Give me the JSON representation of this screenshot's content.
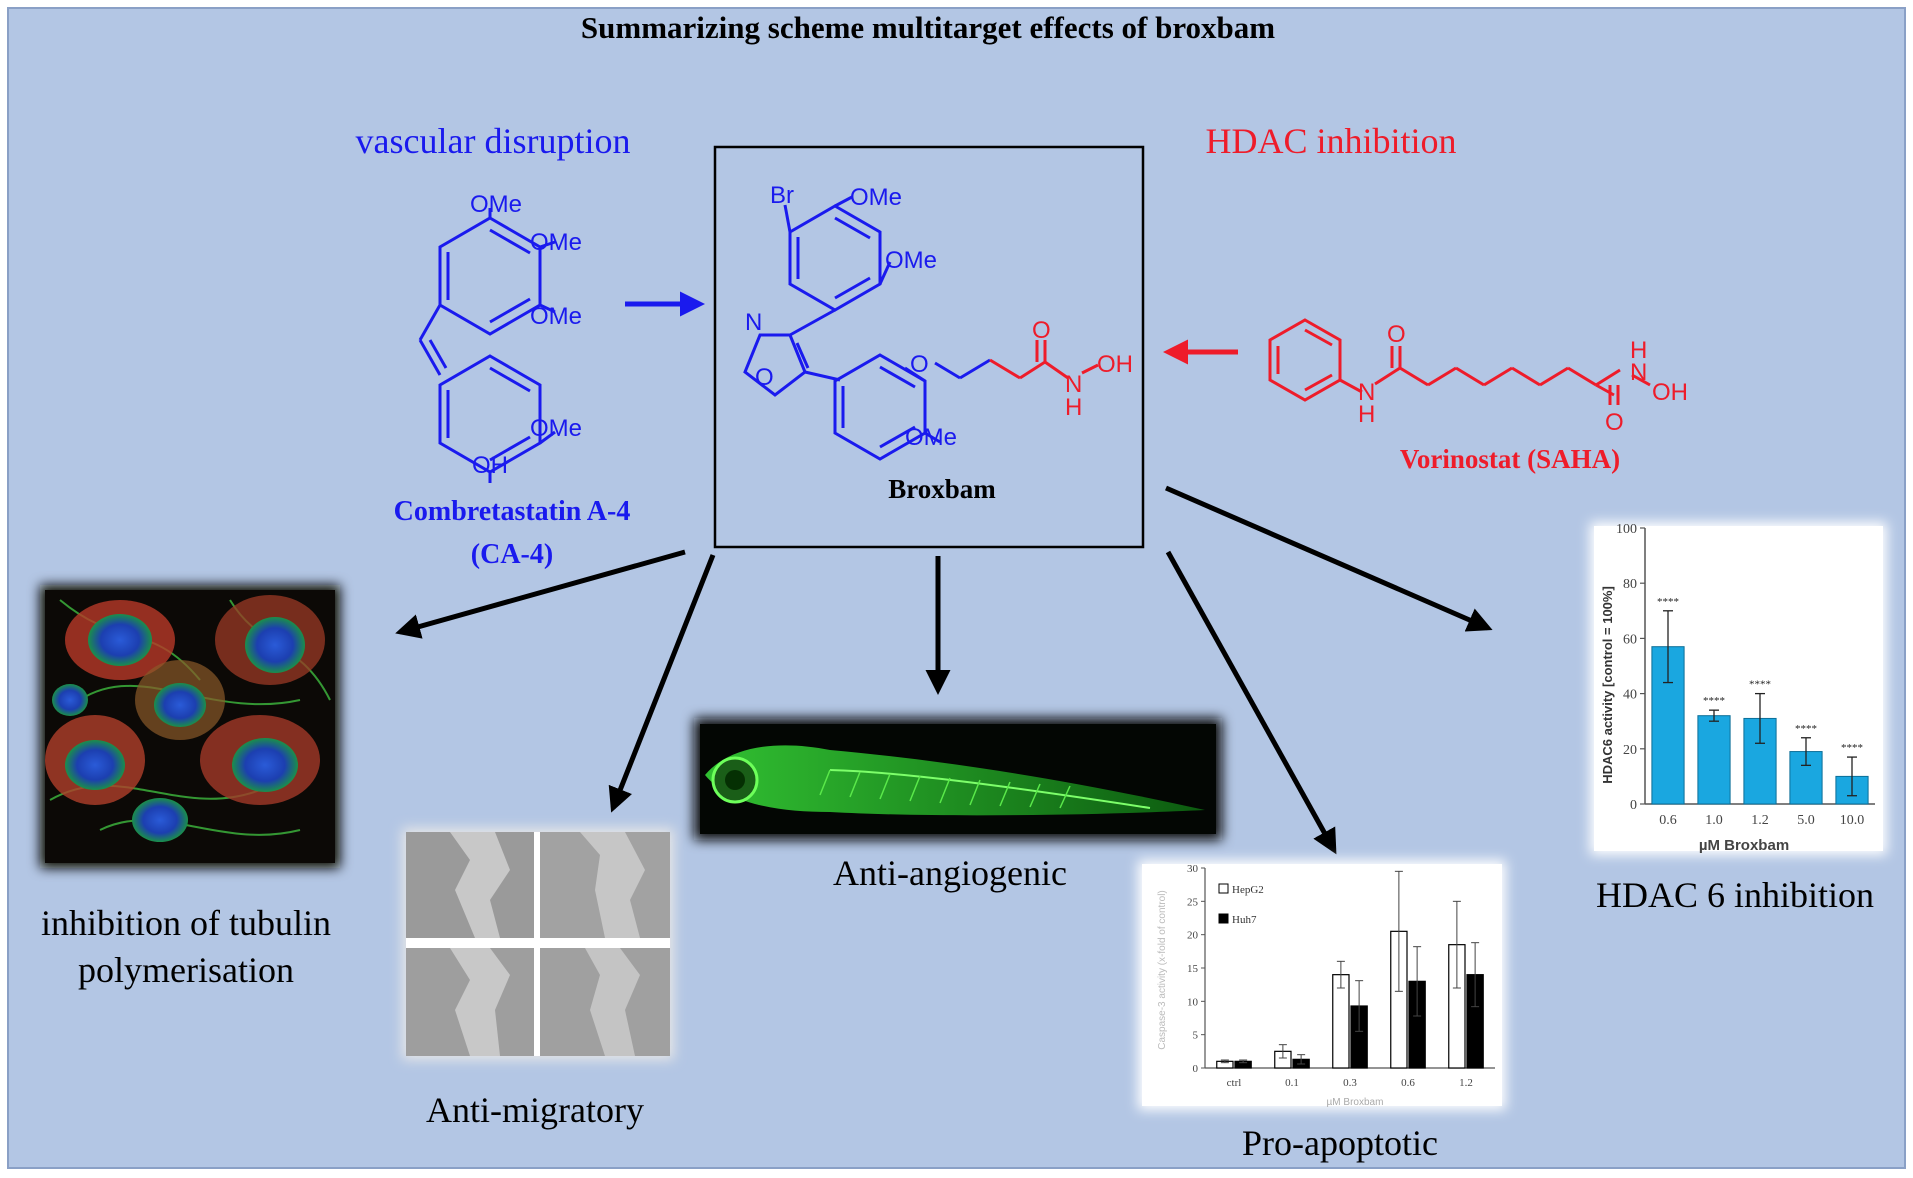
{
  "title": "Summarizing scheme multitarget effects of broxbam",
  "colors": {
    "background": "#b3c6e4",
    "blue": "#1a1aee",
    "red": "#ee1c2a",
    "bar": "#1aa7e0",
    "arrow": "#000000"
  },
  "headings": {
    "left": "vascular disruption",
    "right": "HDAC inhibition"
  },
  "compounds": {
    "ca4": {
      "name_line1": "Combretastatin A-4",
      "name_line2": "(CA-4)",
      "labels": [
        "OMe",
        "OMe",
        "OMe",
        "OMe",
        "OH"
      ]
    },
    "broxbam": {
      "name": "Broxbam",
      "labels": {
        "br": "Br",
        "ome_top": "OMe",
        "ome_mid": "OMe",
        "ome_bottom": "OMe",
        "n": "N",
        "o_ring": "O",
        "o_ether": "O",
        "o_carbonyl": "O",
        "n_hyd": "N",
        "h_hyd": "H",
        "oh": "OH"
      }
    },
    "vorinostat": {
      "name": "Vorinostat (SAHA)",
      "labels": {
        "o_top": "O",
        "n_amide": "N",
        "h_amide": "H",
        "h_hyd": "H",
        "n_hyd": "N",
        "oh": "OH",
        "o_bottom": "O"
      }
    }
  },
  "effects": {
    "tubulin_line1": "inhibition of tubulin",
    "tubulin_line2": "polymerisation",
    "migratory": "Anti-migratory",
    "angiogenic": "Anti-angiogenic",
    "apoptotic": "Pro-apoptotic",
    "hdac6": "HDAC 6 inhibition"
  },
  "chart_data": [
    {
      "type": "bar",
      "categories": [
        "0.6",
        "1.0",
        "1.2",
        "5.0",
        "10.0"
      ],
      "values": [
        57,
        32,
        31,
        19,
        10
      ],
      "errors": [
        13,
        2,
        9,
        5,
        7
      ],
      "significance": [
        "****",
        "****",
        "****",
        "****",
        "****"
      ],
      "xlabel": "µM Broxbam",
      "ylabel": "HDAC6 activity [control = 100%]",
      "ylim": [
        0,
        100
      ],
      "yticks": [
        "0",
        "20",
        "40",
        "60",
        "80",
        "100"
      ]
    },
    {
      "type": "bar",
      "categories": [
        "ctrl",
        "0.1",
        "0.3",
        "0.6",
        "1.2"
      ],
      "series": [
        {
          "name": "HepG2",
          "values": [
            1,
            2.5,
            14,
            20.5,
            18.5
          ],
          "errors": [
            0.2,
            1,
            2,
            9,
            6.5
          ]
        },
        {
          "name": "Huh7",
          "values": [
            1,
            1.3,
            9.3,
            13,
            14
          ],
          "errors": [
            0.2,
            0.7,
            3.8,
            5.2,
            4.8
          ]
        }
      ],
      "xlabel": "µM Broxbam",
      "ylabel": "Caspase-3 activity (x-fold of control)",
      "ylim": [
        0,
        30
      ],
      "yticks": [
        "0",
        "5",
        "10",
        "15",
        "20",
        "25",
        "30"
      ],
      "legend_position": "top-left"
    }
  ]
}
